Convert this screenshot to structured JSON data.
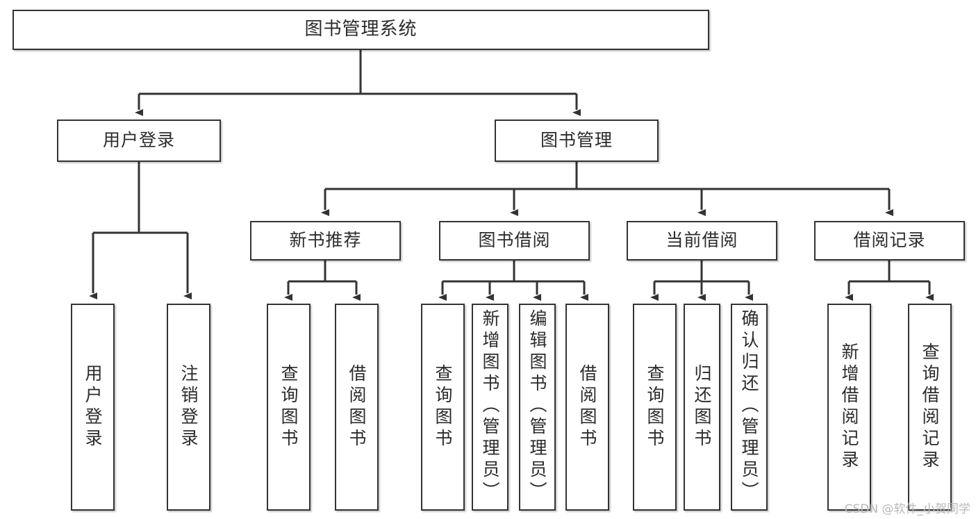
{
  "diagram": {
    "title": "图书管理系统",
    "type": "tree",
    "background_color": "#ffffff",
    "node_border_color": "#333333",
    "node_fill_color": "#ffffff",
    "text_color": "#2b2b2b",
    "edge_color": "#333333"
  },
  "watermark": {
    "text": "CSDN @软件_小贺同学",
    "color": "#b8b8b8"
  },
  "nodes": {
    "root": {
      "label": "图书管理系统"
    },
    "level1": [
      {
        "label": "用户登录"
      },
      {
        "label": "图书管理"
      }
    ],
    "level2": [
      {
        "label": "新书推荐"
      },
      {
        "label": "图书借阅"
      },
      {
        "label": "当前借阅"
      },
      {
        "label": "借阅记录"
      }
    ],
    "leaves": {
      "user_login": [
        {
          "label": "用户登录"
        },
        {
          "label": "注销登录"
        }
      ],
      "new_book_recommend": [
        {
          "label": "查询图书"
        },
        {
          "label": "借阅图书"
        }
      ],
      "book_borrow": [
        {
          "label": "查询图书"
        },
        {
          "label": "新增图书（管理员）"
        },
        {
          "label": "编辑图书（管理员）"
        },
        {
          "label": "借阅图书"
        }
      ],
      "current_borrow": [
        {
          "label": "查询图书"
        },
        {
          "label": "归还图书"
        },
        {
          "label": "确认归还（管理员）"
        }
      ],
      "borrow_record": [
        {
          "label": "新增借阅记录"
        },
        {
          "label": "查询借阅记录"
        }
      ]
    }
  },
  "chart_data": {
    "type": "table",
    "title": "图书管理系统 功能结构图",
    "hierarchy": [
      {
        "name": "图书管理系统",
        "children": [
          {
            "name": "用户登录",
            "children": [
              {
                "name": "用户登录"
              },
              {
                "name": "注销登录"
              }
            ]
          },
          {
            "name": "图书管理",
            "children": [
              {
                "name": "新书推荐",
                "children": [
                  {
                    "name": "查询图书"
                  },
                  {
                    "name": "借阅图书"
                  }
                ]
              },
              {
                "name": "图书借阅",
                "children": [
                  {
                    "name": "查询图书"
                  },
                  {
                    "name": "新增图书（管理员）"
                  },
                  {
                    "name": "编辑图书（管理员）"
                  },
                  {
                    "name": "借阅图书"
                  }
                ]
              },
              {
                "name": "当前借阅",
                "children": [
                  {
                    "name": "查询图书"
                  },
                  {
                    "name": "归还图书"
                  },
                  {
                    "name": "确认归还（管理员）"
                  }
                ]
              },
              {
                "name": "借阅记录",
                "children": [
                  {
                    "name": "新增借阅记录"
                  },
                  {
                    "name": "查询借阅记录"
                  }
                ]
              }
            ]
          }
        ]
      }
    ]
  }
}
